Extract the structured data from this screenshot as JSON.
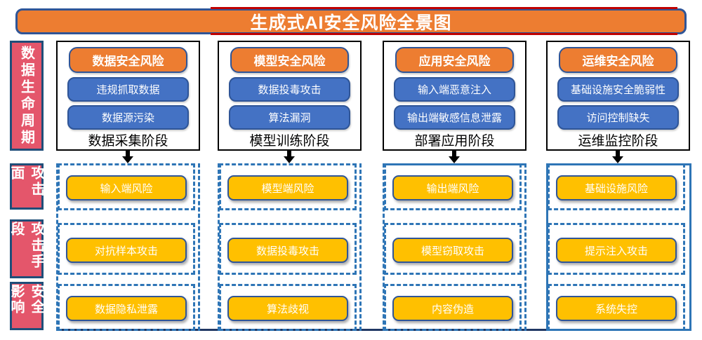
{
  "title": "生成式AI安全风险全景图",
  "row_labels": {
    "lifecycle": "数据生命周期",
    "attack_surface": "攻击面",
    "attack_method": "攻击手段",
    "impact": "安全影响"
  },
  "columns": [
    {
      "category": "数据安全风险",
      "risks": [
        "违规抓取数据",
        "数据源污染"
      ],
      "stage": "数据采集阶段",
      "surface": "输入端风险",
      "method": "对抗样本攻击",
      "impact": "数据隐私泄露"
    },
    {
      "category": "模型安全风险",
      "risks": [
        "数据投毒攻击",
        "算法漏洞"
      ],
      "stage": "模型训练阶段",
      "surface": "模型端风险",
      "method": "数据投毒攻击",
      "impact": "算法歧视"
    },
    {
      "category": "应用安全风险",
      "risks": [
        "输入端恶意注入",
        "输出端敏感信息泄露"
      ],
      "stage": "部署应用阶段",
      "surface": "输出端风险",
      "method": "模型窃取攻击",
      "impact": "内容伪造"
    },
    {
      "category": "运维安全风险",
      "risks": [
        "基础设施安全脆弱性",
        "访问控制缺失"
      ],
      "stage": "运维监控阶段",
      "surface": "基础设施风险",
      "method": "提示注入攻击",
      "impact": "系统失控"
    }
  ],
  "icons": {
    "down_arrow": "▼"
  },
  "colors": {
    "banner_fill": "#ED7D31",
    "banner_border": "#2F5597",
    "red_frame": "#C00000",
    "cat_fill": "#ED7D31",
    "risk_fill": "#4472C4",
    "pill_border": "#2F5597",
    "node_fill": "#FFC000",
    "label_fill": "#E4566B",
    "label_border": "#1F4E79",
    "dash": "#2E75B6",
    "navy": "#203864"
  }
}
